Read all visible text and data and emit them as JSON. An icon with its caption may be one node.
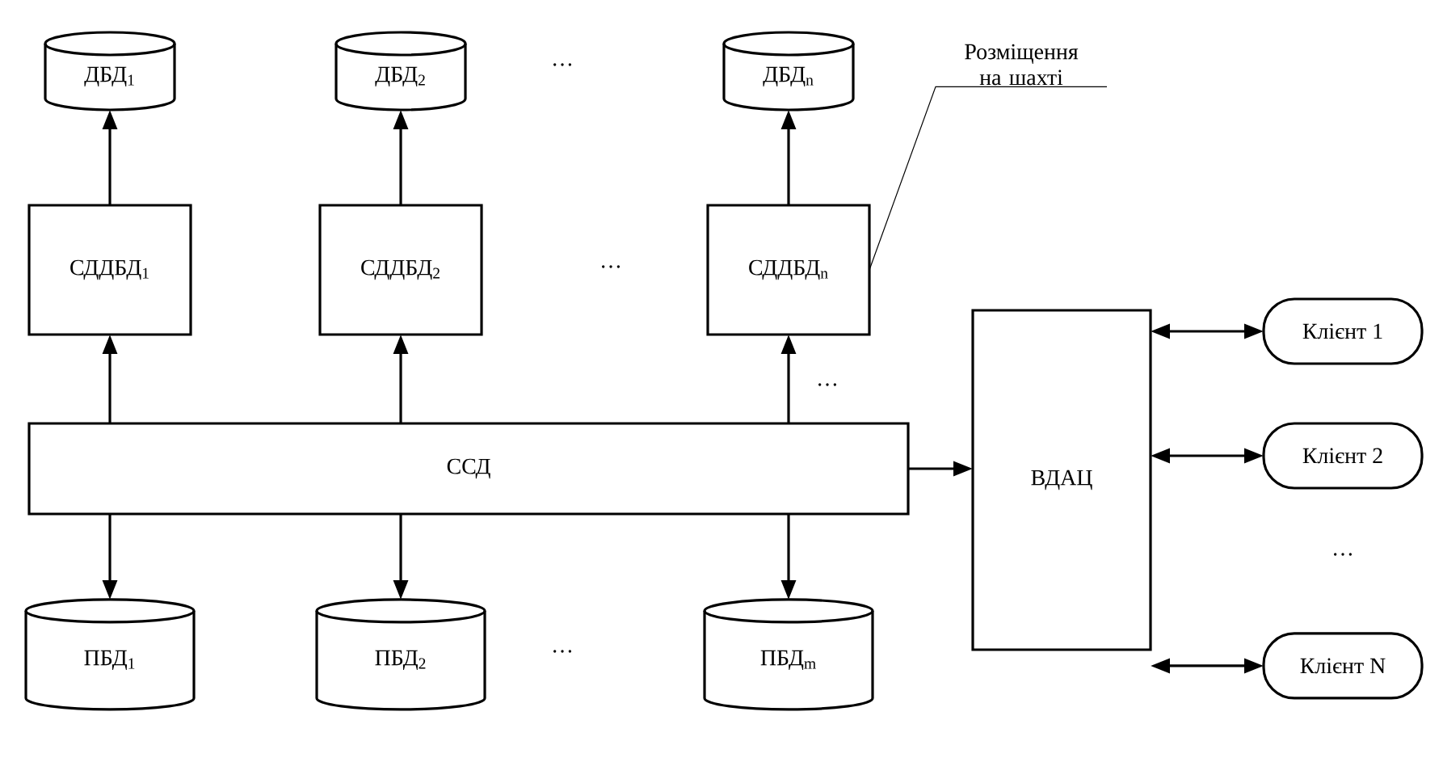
{
  "diagram": {
    "nodes": [
      {
        "text": [
          "ДБД$_{1}$"
        ]
      },
      {
        "text": [
          "ДБД$_{2}$"
        ]
      },
      {
        "text": [
          "ДБД$_{n}$"
        ]
      },
      {
        "text": [
          "СДДБД$_{1}$"
        ]
      },
      {
        "text": [
          "СДДБД$_{2}$"
        ]
      },
      {
        "text": [
          "СДДБД$_{n}$"
        ]
      },
      {
        "text": [
          "ССД"
        ]
      },
      {
        "text": [
          "ВДАЦ"
        ]
      },
      {
        "text": [
          "Клієнт 1"
        ]
      },
      {
        "text": [
          "Клієнт 2"
        ]
      },
      {
        "text": [
          "Клієнт N"
        ]
      },
      {
        "text": [
          "ПБД$_{1}$"
        ]
      },
      {
        "text": [
          "ПБД$_{2}$"
        ]
      },
      {
        "text": [
          "ПБД$_{m}$"
        ]
      },
      {
        "text": [
          "Розміщення на шахті"
        ]
      }
    ],
    "edges": [
      {
        "from": 3,
        "to": 0,
        "arrow": "to"
      },
      {
        "from": 4,
        "to": 1,
        "arrow": "to"
      },
      {
        "from": 5,
        "to": 2,
        "arrow": "to"
      },
      {
        "from": 6,
        "to": 3,
        "arrow": "to"
      },
      {
        "from": 6,
        "to": 4,
        "arrow": "to"
      },
      {
        "from": 6,
        "to": 5,
        "arrow": "to"
      },
      {
        "from": 6,
        "to": 7,
        "arrow": "to"
      },
      {
        "from": 7,
        "to": 8,
        "arrow": "both"
      },
      {
        "from": 7,
        "to": 9,
        "arrow": "both"
      },
      {
        "from": 7,
        "to": 10,
        "arrow": "both"
      },
      {
        "from": 6,
        "to": 11,
        "arrow": "to"
      },
      {
        "from": 6,
        "to": 12,
        "arrow": "to"
      },
      {
        "from": 6,
        "to": 13,
        "arrow": "to"
      },
      {
        "from": 14,
        "to": 5,
        "arrow": "none"
      }
    ],
    "labels": [
      "…",
      "…",
      "…",
      "…",
      "…"
    ]
  }
}
